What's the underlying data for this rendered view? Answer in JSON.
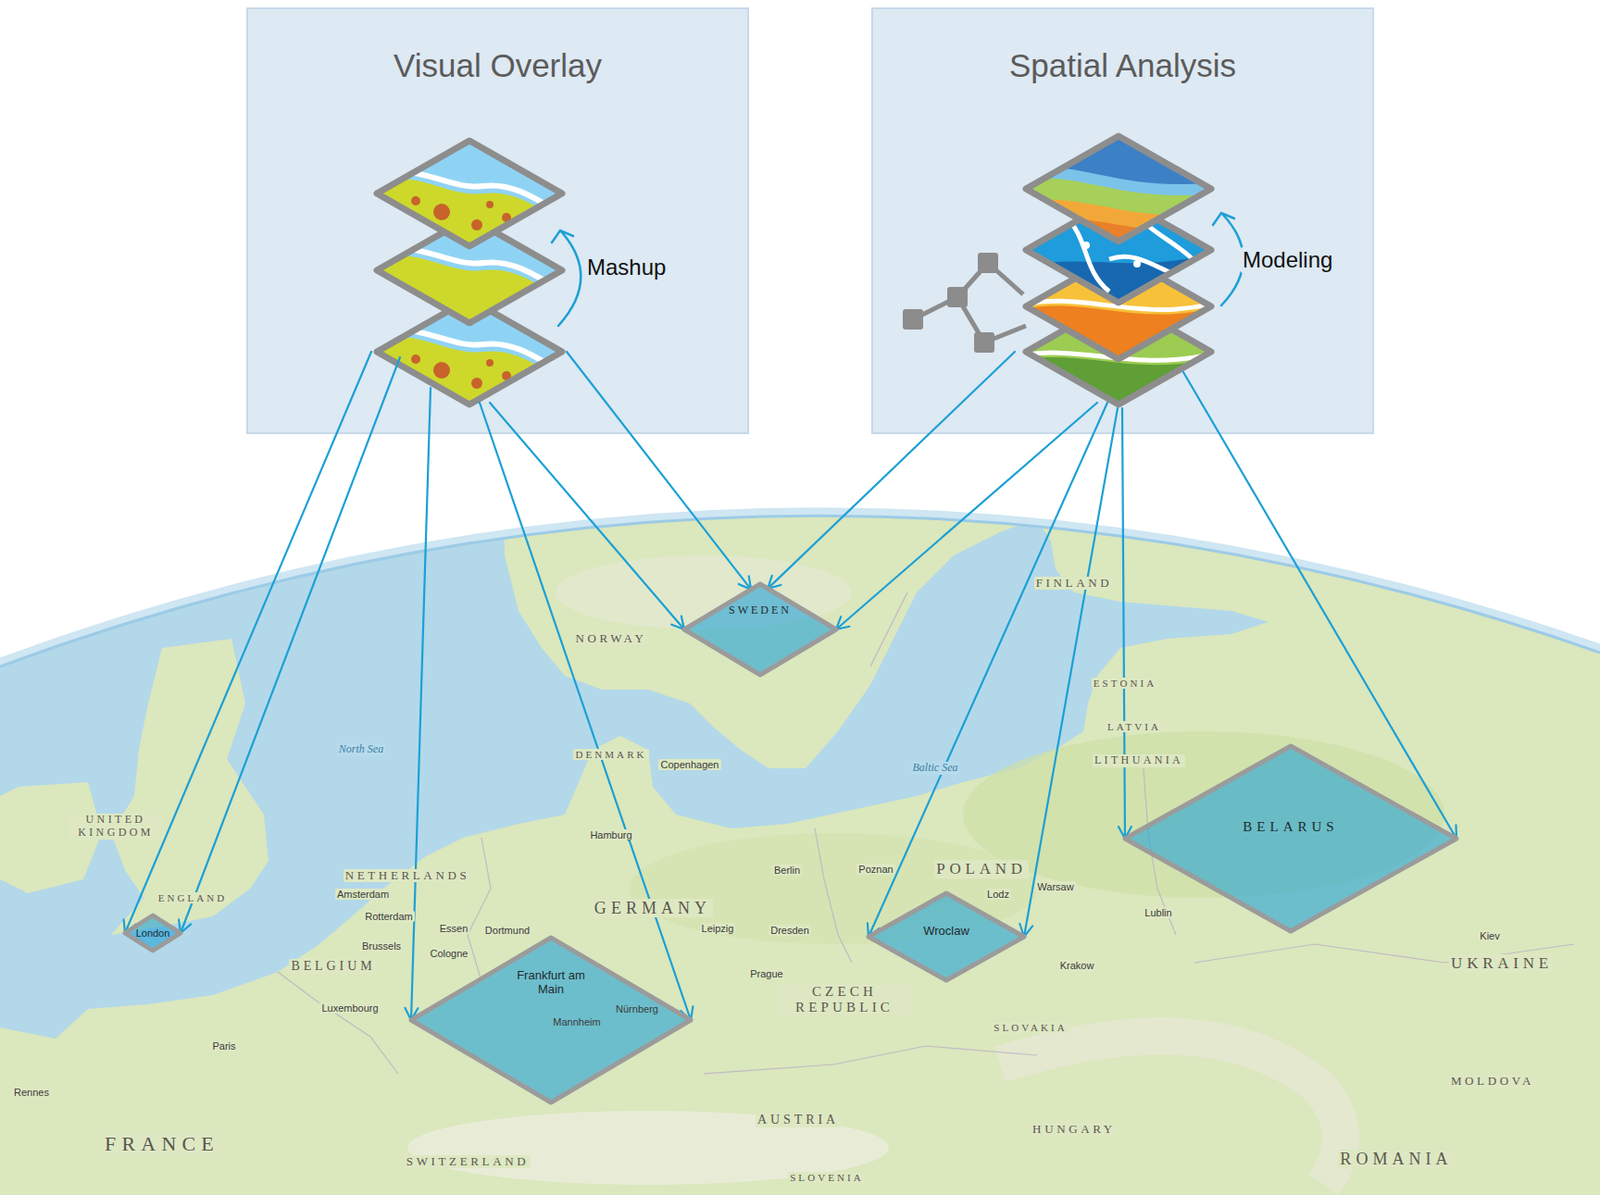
{
  "diagram": {
    "nodes": [
      {
        "text": [
          "Visual Overlay"
        ]
      },
      {
        "text": [
          "Spatial Analysis"
        ]
      },
      {
        "text": [
          "SWEDEN"
        ]
      },
      {
        "text": [
          "BELARUS"
        ]
      },
      {
        "text": [
          "London"
        ]
      },
      {
        "text": [
          "Wroclaw"
        ]
      },
      {
        "text": [
          "Frankfurt am Main"
        ]
      }
    ],
    "edges": [
      {
        "from": 0,
        "to": 4,
        "arrow": "to"
      },
      {
        "from": 0,
        "to": 4,
        "arrow": "to"
      },
      {
        "from": 0,
        "to": 6,
        "arrow": "to"
      },
      {
        "from": 0,
        "to": 6,
        "arrow": "to"
      },
      {
        "from": 0,
        "to": 2,
        "arrow": "to"
      },
      {
        "from": 0,
        "to": 2,
        "arrow": "to"
      },
      {
        "from": 1,
        "to": 2,
        "arrow": "to"
      },
      {
        "from": 1,
        "to": 2,
        "arrow": "to"
      },
      {
        "from": 1,
        "to": 5,
        "arrow": "to"
      },
      {
        "from": 1,
        "to": 5,
        "arrow": "to"
      },
      {
        "from": 1,
        "to": 3,
        "arrow": "to"
      },
      {
        "from": 1,
        "to": 3,
        "arrow": "to"
      }
    ],
    "labels": [
      "Mashup",
      "Modeling",
      "NORWAY",
      "FINLAND",
      "ESTONIA",
      "LATVIA",
      "LITHUANIA",
      "DENMARK",
      "UNITED KINGDOM",
      "ENGLAND",
      "NETHERLANDS",
      "GERMANY",
      "BELGIUM",
      "POLAND",
      "CZECH REPUBLIC",
      "UKRAINE",
      "FRANCE",
      "AUSTRIA",
      "SWITZERLAND",
      "HUNGARY",
      "ROMANIA",
      "MOLDOVA",
      "SLOVAKIA",
      "SLOVENIA",
      "North Sea",
      "Baltic Sea",
      "Copenhagen",
      "Hamburg",
      "Berlin",
      "Amsterdam",
      "Rotterdam",
      "Brussels",
      "Essen",
      "Dortmund",
      "Cologne",
      "Leipzig",
      "Dresden",
      "Prague",
      "Luxembourg",
      "Paris",
      "Rennes",
      "Mannheim",
      "Nürnberg",
      "Poznan",
      "Lodz",
      "Warsaw",
      "Krakow",
      "Lublin",
      "Kiev"
    ]
  }
}
